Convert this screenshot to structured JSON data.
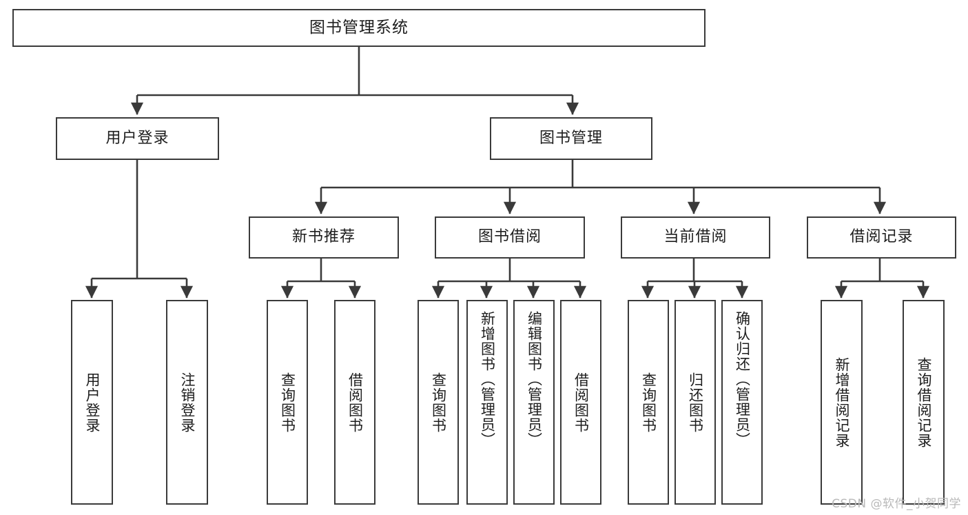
{
  "diagram": {
    "title": "图书管理系统",
    "type": "tree-hierarchy-chart",
    "stroke_color": "#3a3a3a",
    "background_color": "#ffffff",
    "text_color": "#1d1d1d"
  },
  "root": {
    "label": "图书管理系统"
  },
  "level2": [
    {
      "label": "用户登录"
    },
    {
      "label": "图书管理"
    }
  ],
  "level3": [
    {
      "label": "新书推荐"
    },
    {
      "label": "图书借阅"
    },
    {
      "label": "当前借阅"
    },
    {
      "label": "借阅记录"
    }
  ],
  "leaves": {
    "user_login": [
      {
        "label": "用户登录"
      },
      {
        "label": "注销登录"
      }
    ],
    "new_book": [
      {
        "label": "查询图书"
      },
      {
        "label": "借阅图书"
      }
    ],
    "book_borrow": [
      {
        "label": "查询图书"
      },
      {
        "label": "新增图书（管理员）"
      },
      {
        "label": "编辑图书（管理员）"
      },
      {
        "label": "借阅图书"
      }
    ],
    "current_borrow": [
      {
        "label": "查询图书"
      },
      {
        "label": "归还图书"
      },
      {
        "label": "确认归还（管理员）"
      }
    ],
    "borrow_record": [
      {
        "label": "新增借阅记录"
      },
      {
        "label": "查询借阅记录"
      }
    ]
  },
  "watermark": {
    "text": "CSDN @软件_小贺同学"
  }
}
